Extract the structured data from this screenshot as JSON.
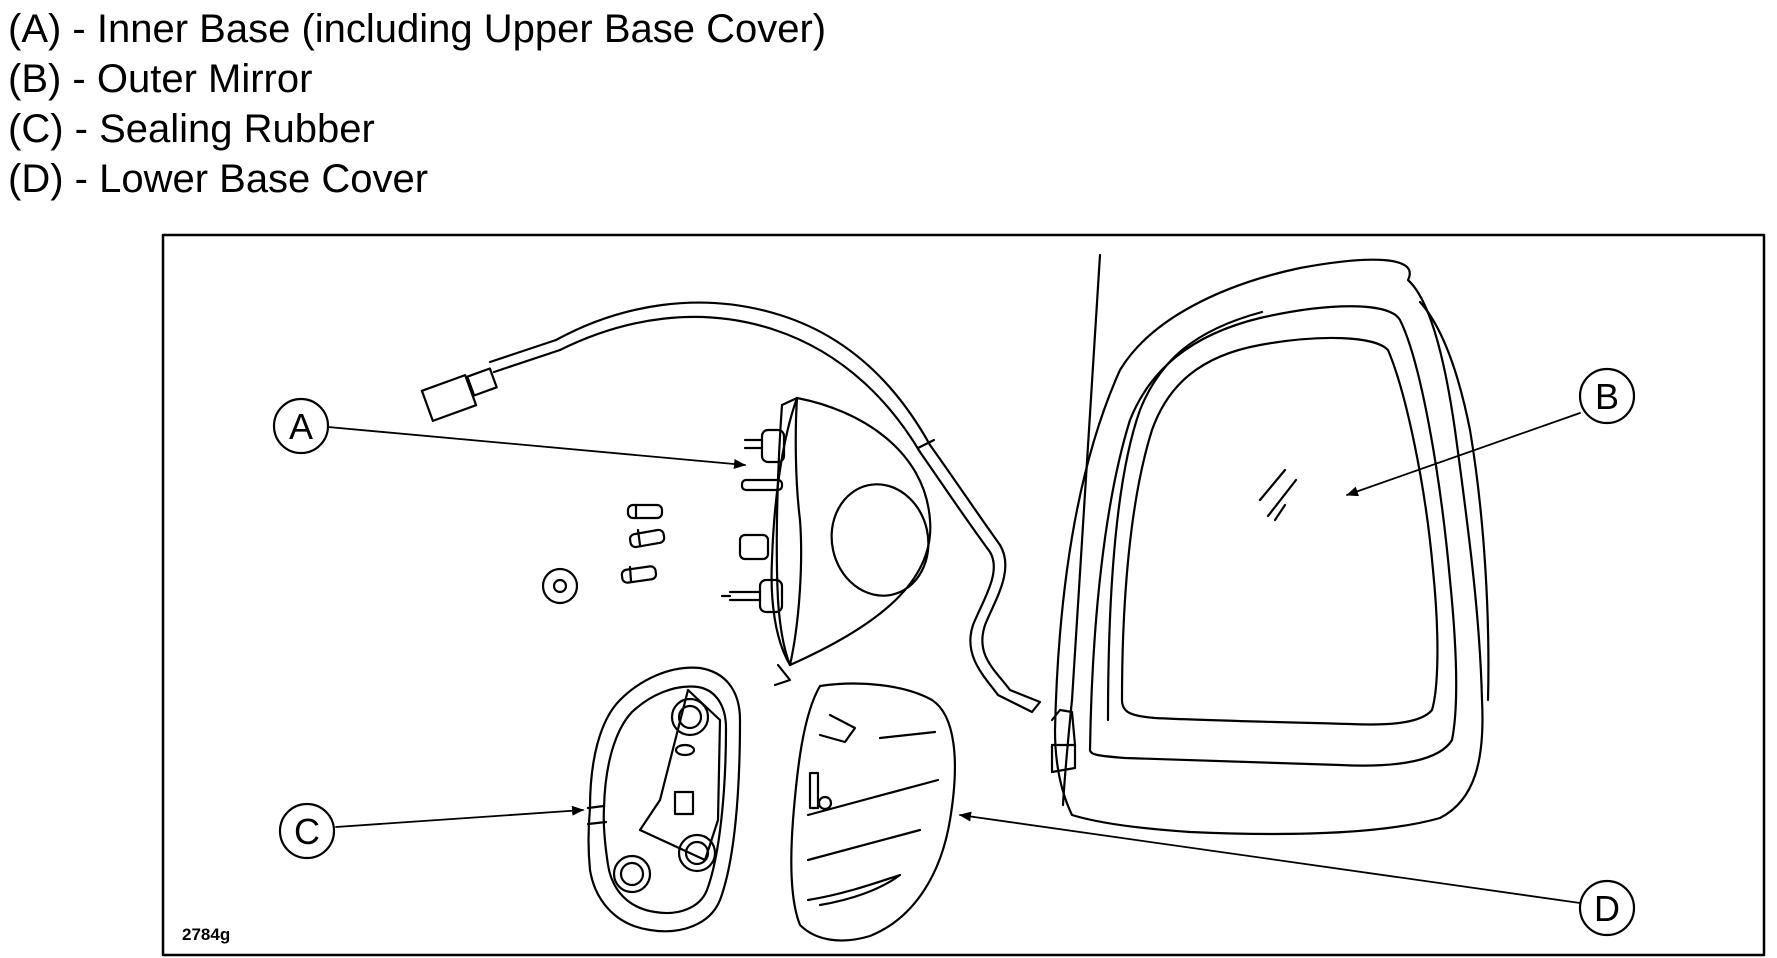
{
  "legend": {
    "items": [
      "(A) - Inner Base (including Upper Base Cover)",
      "(B) - Outer Mirror",
      "(C) - Sealing Rubber",
      "(D) - Lower Base Cover"
    ]
  },
  "diagram": {
    "callouts": {
      "a": "A",
      "b": "B",
      "c": "C",
      "d": "D"
    },
    "figure_id": "2784g"
  },
  "colors": {
    "line": "#000000",
    "background": "#ffffff"
  }
}
